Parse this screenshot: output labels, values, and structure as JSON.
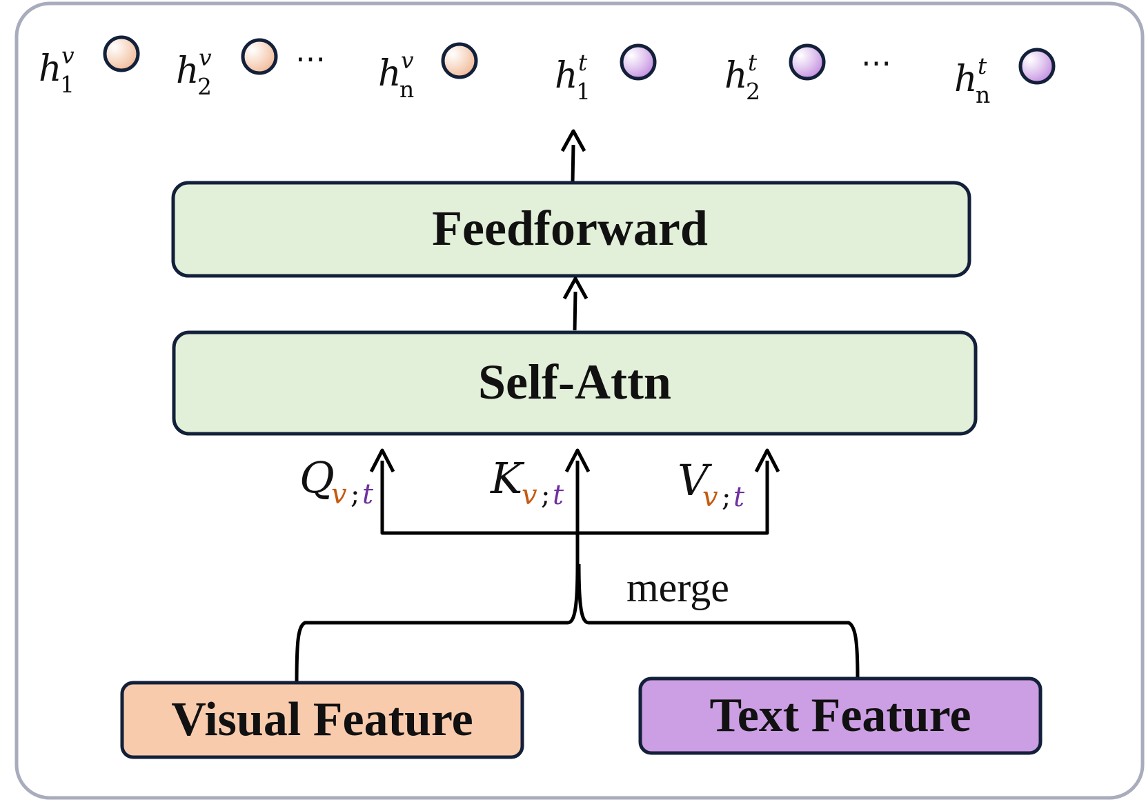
{
  "colors": {
    "frame": "#a9acbd",
    "block_fill": "#e2efd9",
    "block_stroke": "#13203a",
    "visual_fill": "#f8cbad",
    "text_fill": "#cc9ee3",
    "v_token": "#c55a11",
    "t_token": "#7030a0"
  },
  "outputs": {
    "visual": [
      {
        "base": "h",
        "sub": "1",
        "sup": "v"
      },
      {
        "base": "h",
        "sub": "2",
        "sup": "v"
      },
      {
        "base": "h",
        "sub": "n",
        "sup": "v"
      }
    ],
    "text": [
      {
        "base": "h",
        "sub": "1",
        "sup": "t"
      },
      {
        "base": "h",
        "sub": "2",
        "sup": "t"
      },
      {
        "base": "h",
        "sub": "n",
        "sup": "t"
      }
    ],
    "ellipsis": "⋯"
  },
  "blocks": {
    "feedforward": "Feedforward",
    "self_attn": "Self-Attn"
  },
  "qkv": {
    "q": "Q",
    "k": "K",
    "v": "V",
    "sub_v": "v",
    "sep": ";",
    "sub_t": "t"
  },
  "merge_label": "merge",
  "inputs": {
    "visual": "Visual Feature",
    "text": "Text Feature"
  }
}
